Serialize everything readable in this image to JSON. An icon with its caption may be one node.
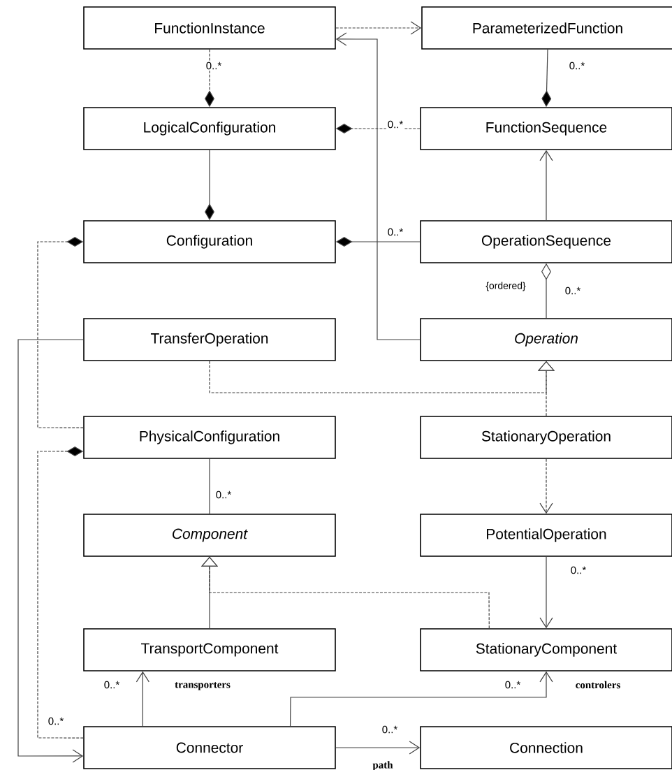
{
  "diagram": {
    "nodes": [
      {
        "text": [
          "FunctionInstance"
        ]
      },
      {
        "text": [
          "ParameterizedFunction"
        ]
      },
      {
        "text": [
          "LogicalConfiguration"
        ]
      },
      {
        "text": [
          "FunctionSequence"
        ]
      },
      {
        "text": [
          "Configuration"
        ]
      },
      {
        "text": [
          "OperationSequence"
        ]
      },
      {
        "text": [
          "TransferOperation"
        ]
      },
      {
        "text": [
          "Operation"
        ]
      },
      {
        "text": [
          "PhysicalConfiguration"
        ]
      },
      {
        "text": [
          "StationaryOperation"
        ]
      },
      {
        "text": [
          "Component"
        ]
      },
      {
        "text": [
          "PotentialOperation"
        ]
      },
      {
        "text": [
          "TransportComponent"
        ]
      },
      {
        "text": [
          "StationaryComponent"
        ]
      },
      {
        "text": [
          "Connector"
        ]
      },
      {
        "text": [
          "Connection"
        ]
      }
    ],
    "edges": [
      {
        "from": 0,
        "to": 1,
        "arrow": "to",
        "style": "dashed"
      },
      {
        "from": 7,
        "to": 0,
        "arrow": "to"
      },
      {
        "from": 0,
        "to": 2,
        "arrow": "other",
        "style": "dashed"
      },
      {
        "from": 1,
        "to": 3,
        "arrow": "other"
      },
      {
        "from": 3,
        "to": 2,
        "arrow": "other",
        "style": "dashed"
      },
      {
        "from": 2,
        "to": 4,
        "arrow": "other"
      },
      {
        "from": 5,
        "to": 3,
        "arrow": "to"
      },
      {
        "from": 5,
        "to": 4,
        "arrow": "other"
      },
      {
        "from": 7,
        "to": 5,
        "arrow": "other",
        "label": "{ordered}"
      },
      {
        "from": 8,
        "to": 4,
        "arrow": "other",
        "style": "dashed"
      },
      {
        "from": 6,
        "to": 7,
        "arrow": "to",
        "style": "dashed"
      },
      {
        "from": 9,
        "to": 7,
        "arrow": "to",
        "style": "dashed"
      },
      {
        "from": 9,
        "to": 11,
        "arrow": "to",
        "style": "dashed"
      },
      {
        "from": 11,
        "to": 13,
        "arrow": "to"
      },
      {
        "from": 12,
        "to": 10,
        "arrow": "to"
      },
      {
        "from": 13,
        "to": 10,
        "arrow": "to",
        "style": "dashed"
      },
      {
        "from": 14,
        "to": 12,
        "arrow": "to",
        "label": "transporters"
      },
      {
        "from": 14,
        "to": 13,
        "arrow": "to",
        "label": "controlers"
      },
      {
        "from": 14,
        "to": 15,
        "arrow": "to",
        "label": "path"
      },
      {
        "from": 6,
        "to": 14,
        "arrow": "to"
      },
      {
        "from": 14,
        "to": 8,
        "arrow": "other",
        "style": "dashed"
      },
      {
        "from": 8,
        "to": 10,
        "arrow": "none"
      }
    ],
    "labels": [
      "0..*",
      "0..*",
      "0..*",
      "0..*",
      "0..*",
      "0..*",
      "0..*",
      "0..*",
      "0..*",
      "0..*",
      "0..*"
    ]
  }
}
